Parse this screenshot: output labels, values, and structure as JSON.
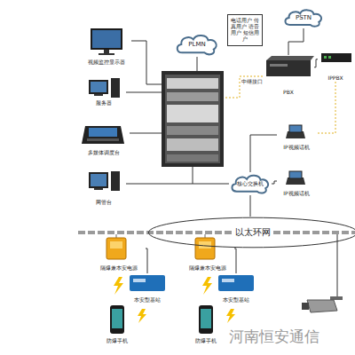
{
  "diagram": {
    "nodes": [
      {
        "text": [
          "PLMN"
        ]
      },
      {
        "text": [
          "电话用户 传真用户 语音用户 短信用户"
        ]
      },
      {
        "text": [
          "PSTN"
        ]
      },
      {
        "text": [
          "视频监控显示器"
        ]
      },
      {
        "text": [
          "PBX"
        ]
      },
      {
        "text": [
          "IPPBX"
        ]
      },
      {
        "text": [
          "服务器"
        ]
      },
      {
        "text": [
          "多媒体调度台"
        ]
      },
      {
        "text": [
          "IP视频话机"
        ]
      },
      {
        "text": [
          "网管台"
        ]
      },
      {
        "text": [
          "核心交换机"
        ]
      },
      {
        "text": [
          "IP视频话机"
        ]
      },
      {
        "text": [
          "以太环网"
        ]
      },
      {
        "text": [
          "隔爆兼本安电源"
        ]
      },
      {
        "text": [
          "隔爆兼本安电源"
        ]
      },
      {
        "text": [
          "本安型基站"
        ]
      },
      {
        "text": [
          "本安型基站"
        ]
      },
      {
        "text": [
          "防爆手机"
        ]
      },
      {
        "text": [
          "防爆手机"
        ]
      }
    ],
    "edges": [
      {
        "from": 2,
        "to": 4,
        "arrow": "none"
      },
      {
        "from": 4,
        "to": 5,
        "arrow": "none"
      },
      {
        "from": 8,
        "to": 10,
        "arrow": "none"
      },
      {
        "from": 11,
        "to": 10,
        "arrow": "none"
      },
      {
        "from": 10,
        "to": 12,
        "arrow": "none"
      },
      {
        "from": 13,
        "to": 15,
        "arrow": "none"
      },
      {
        "from": 14,
        "to": 16,
        "arrow": "none"
      }
    ],
    "labels": [
      "中继接口",
      "河南恒安通信"
    ]
  }
}
